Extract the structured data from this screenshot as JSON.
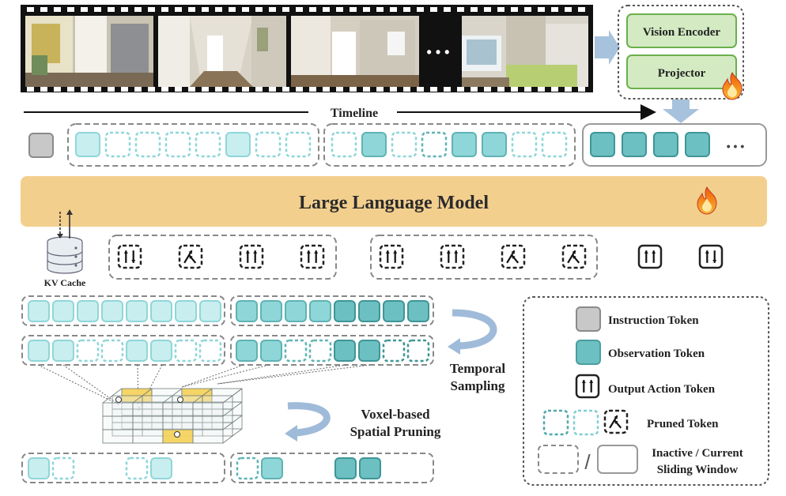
{
  "encoder": {
    "vision_encoder": "Vision Encoder",
    "projector": "Projector"
  },
  "filmstrip": {
    "ellipsis": "• • •"
  },
  "timeline": {
    "label": "Timeline"
  },
  "token_stream": {
    "ellipsis": "• • •"
  },
  "llm": {
    "label": "Large Language Model"
  },
  "kv_cache": {
    "label": "KV Cache"
  },
  "process": {
    "temporal_line1": "Temporal",
    "temporal_line2": "Sampling",
    "voxel_line1": "Voxel-based",
    "voxel_line2": "Spatial Pruning"
  },
  "legend": {
    "instruction": "Instruction Token",
    "observation": "Observation Token",
    "output_action": "Output Action Token",
    "pruned": "Pruned Token",
    "window_line1": "Inactive / Current",
    "window_line2": "Sliding Window",
    "slash": "/"
  },
  "colors": {
    "llm_band": "#f3cf8e",
    "encoder_box": "#d3eac2",
    "encoder_border": "#6ab04c",
    "obs_light": "#c9eef0",
    "obs_mid": "#8fd6d9",
    "obs_dark": "#5fb3b4",
    "instruction": "#c8c8c8",
    "arrow": "#9fbbd9"
  }
}
